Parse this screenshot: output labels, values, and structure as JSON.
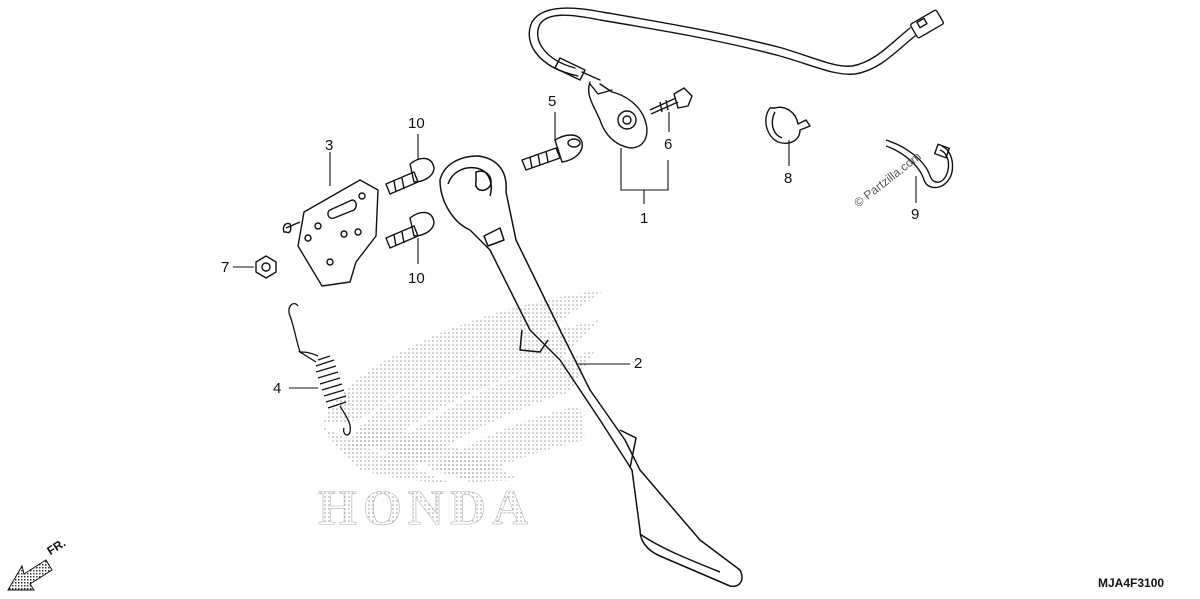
{
  "diagram": {
    "parts": [
      {
        "id": "part-1",
        "label": "1"
      },
      {
        "id": "part-2",
        "label": "2"
      },
      {
        "id": "part-3",
        "label": "3"
      },
      {
        "id": "part-4",
        "label": "4"
      },
      {
        "id": "part-5",
        "label": "5"
      },
      {
        "id": "part-6",
        "label": "6"
      },
      {
        "id": "part-7",
        "label": "7"
      },
      {
        "id": "part-8",
        "label": "8"
      },
      {
        "id": "part-9",
        "label": "9"
      },
      {
        "id": "part-10a",
        "label": "10"
      },
      {
        "id": "part-10b",
        "label": "10"
      }
    ],
    "watermark": "© Partzilla.com",
    "diagram_code": "MJA4F3100",
    "direction_label": "FR.",
    "logo_text": "HONDA"
  },
  "colors": {
    "line": "#111111",
    "logo_dots": "#9a9a9a",
    "arrow_fill": "#222222"
  }
}
